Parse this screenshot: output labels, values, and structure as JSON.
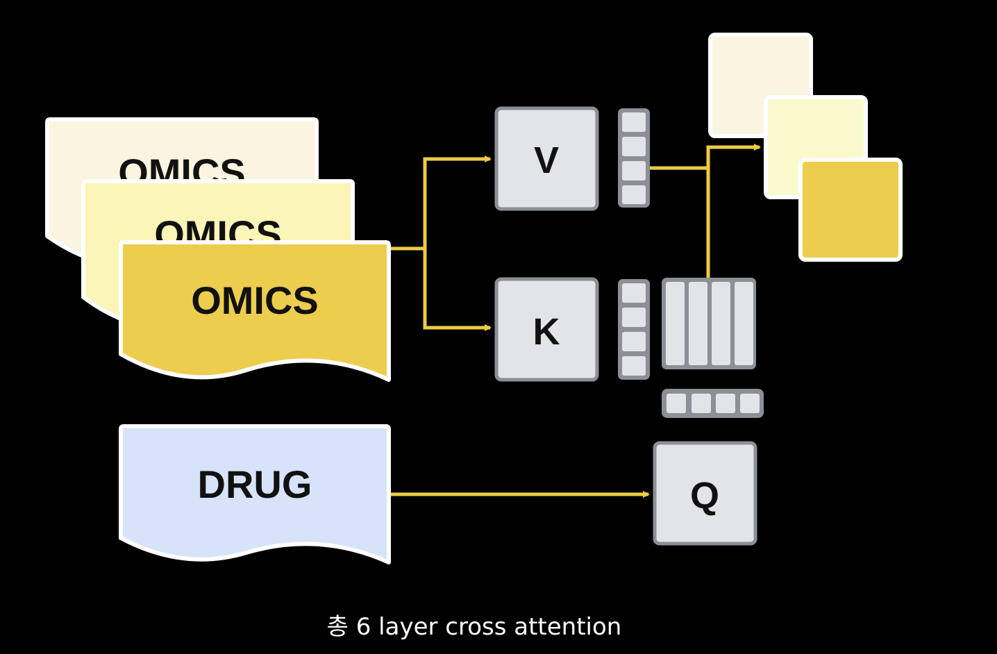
{
  "colors": {
    "background": "#000000",
    "omics_back": "#FBF4E0",
    "omics_middle": "#FBF5B7",
    "omics_front": "#ECCD4E",
    "drug": "#D6E3F8",
    "matrix_box": "#E2E4E8",
    "matrix_border": "#8C8F96",
    "arrow": "#EDCB45",
    "out_1": "#FBF4E0",
    "out_2": "#FBFACF",
    "out_3": "#ECCD4E"
  },
  "inputs": {
    "omics_back_label": "OMICS",
    "omics_middle_label": "OMICS",
    "omics_front_label": "OMICS",
    "drug_label": "DRUG"
  },
  "projections": {
    "v_label": "V",
    "k_label": "K",
    "q_label": "Q"
  },
  "caption": "총 6 layer cross attention"
}
